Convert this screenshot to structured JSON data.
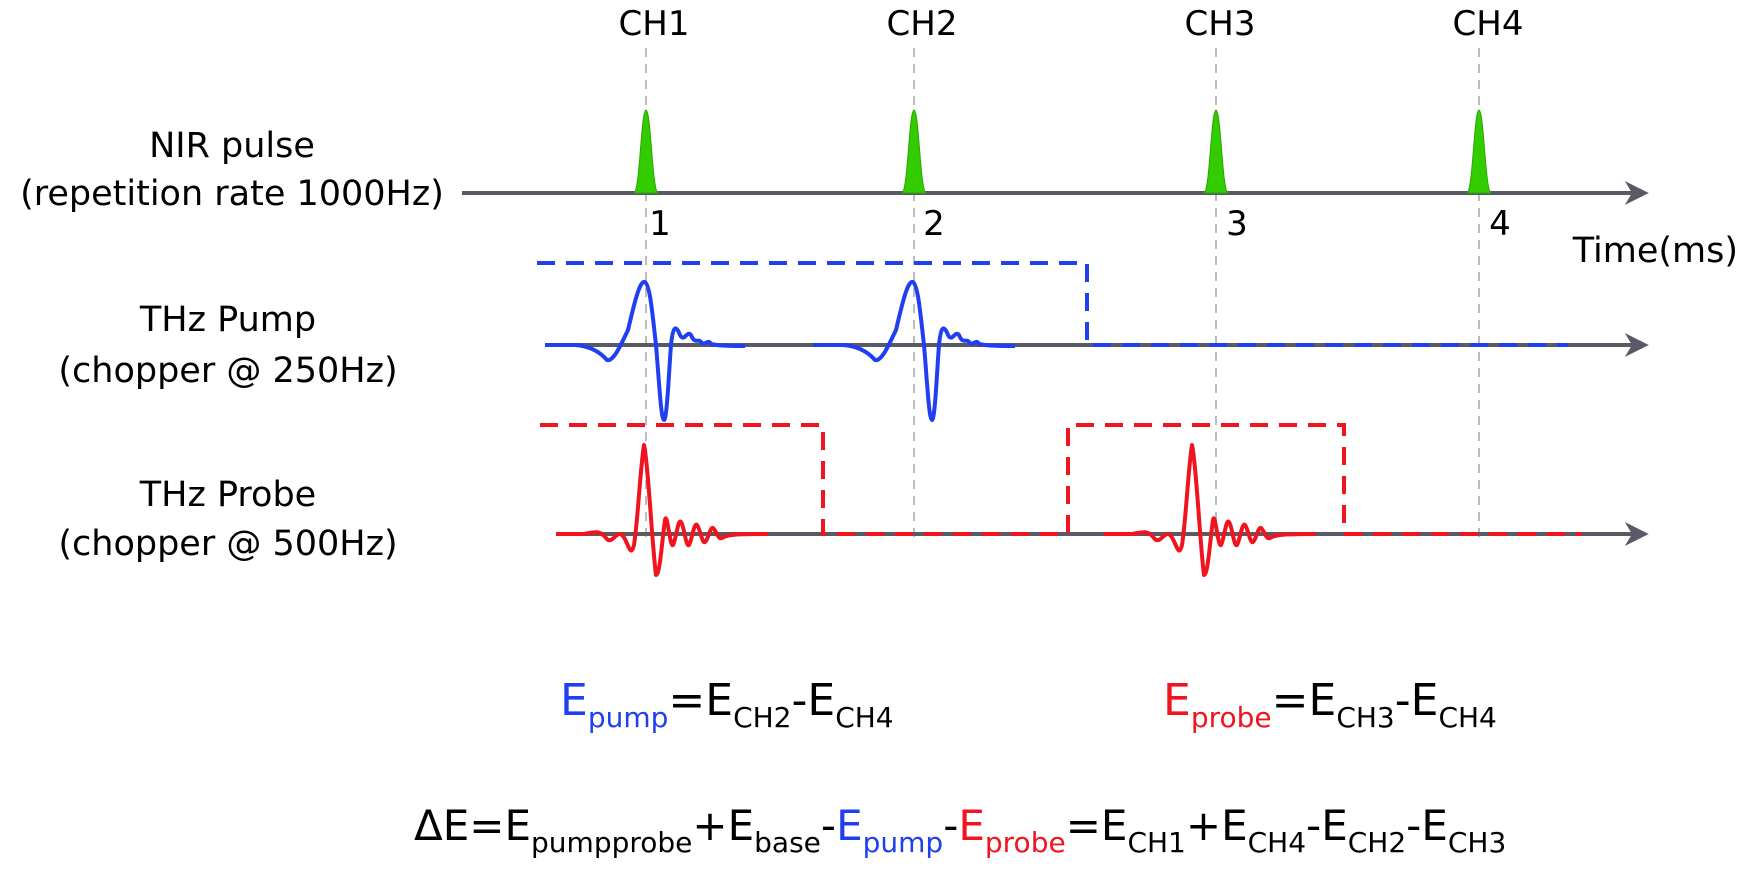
{
  "channels": [
    "CH1",
    "CH2",
    "CH3",
    "CH4"
  ],
  "pulse_numbers": [
    "1",
    "2",
    "3",
    "4"
  ],
  "time_axis_label": "Time(ms)",
  "rows": {
    "nir": {
      "line1": "NIR pulse",
      "line2": "(repetition rate 1000Hz)"
    },
    "pump": {
      "line1": "THz Pump",
      "line2": "(chopper @ 250Hz)"
    },
    "probe": {
      "line1": "THz Probe",
      "line2": "(chopper @ 500Hz)"
    }
  },
  "equations": {
    "pump": {
      "lhs": "E",
      "lhs_sub": "pump",
      "eq": "=",
      "t1": "E",
      "t1_sub": "CH2",
      "minus": "-",
      "t2": "E",
      "t2_sub": "CH4"
    },
    "probe": {
      "lhs": "E",
      "lhs_sub": "probe",
      "eq": "=",
      "t1": "E",
      "t1_sub": "CH3",
      "minus": "-",
      "t2": "E",
      "t2_sub": "CH4"
    },
    "delta": {
      "lhs": "ΔE",
      "eq": "=",
      "a": "E",
      "a_sub": "pumpprobe",
      "plus": "+",
      "b": "E",
      "b_sub": "base",
      "minus1": "-",
      "c": "E",
      "c_sub": "pump",
      "minus2": "-",
      "d": "E",
      "d_sub": "probe",
      "eq2": "=",
      "e": "E",
      "e_sub": "CH1",
      "plus2": "+",
      "f": "E",
      "f_sub": "CH4",
      "minus3": "-",
      "g": "E",
      "g_sub": "CH2",
      "minus4": "-",
      "h": "E",
      "h_sub": "CH3"
    }
  },
  "colors": {
    "axis": "#5a5a66",
    "nir_pulse": "#33cc00",
    "pump": "#1f3ff0",
    "probe": "#f0141e",
    "guide": "#bbbbbb"
  }
}
